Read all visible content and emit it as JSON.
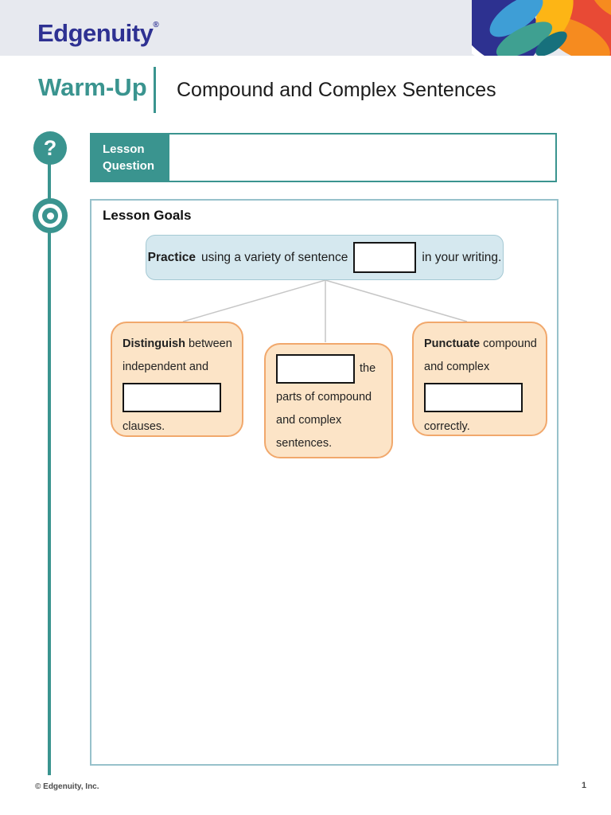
{
  "colors": {
    "teal": "#3A948F",
    "logo_blue": "#2E3192",
    "header_bg": "#E7E9EF",
    "goals_border": "#97C1CB",
    "practice_fill": "#D5E8EF",
    "practice_border": "#A5C9D4",
    "goal_fill": "#FCE4C7",
    "goal_border": "#F1A86C",
    "connector_gray": "#C6C6C6"
  },
  "header": {
    "logo": "Edgenuity",
    "registered_mark": "®"
  },
  "title_bar": {
    "kicker": "Warm-Up",
    "title": "Compound and Complex Sentences"
  },
  "icons": {
    "question_mark": "?"
  },
  "lesson_question": {
    "label": "Lesson Question"
  },
  "lesson_goals": {
    "title": "Lesson Goals",
    "practice": {
      "lead": "Practice",
      "before_blank": "using a variety of sentence",
      "after_blank": "in your writing."
    },
    "goal_boxes": [
      {
        "lead": "Distinguish",
        "line1_rest": "between",
        "line2": "independent and",
        "line_after_blank": "clauses."
      },
      {
        "after_blank": "the",
        "line2": "parts of compound",
        "line3": "and complex",
        "line4": "sentences."
      },
      {
        "lead": "Punctuate",
        "line1_rest": "compound",
        "line2": "and complex",
        "line_after_blank": "correctly."
      }
    ]
  },
  "footer": {
    "copyright": "© Edgenuity, Inc.",
    "page_number": "1"
  }
}
